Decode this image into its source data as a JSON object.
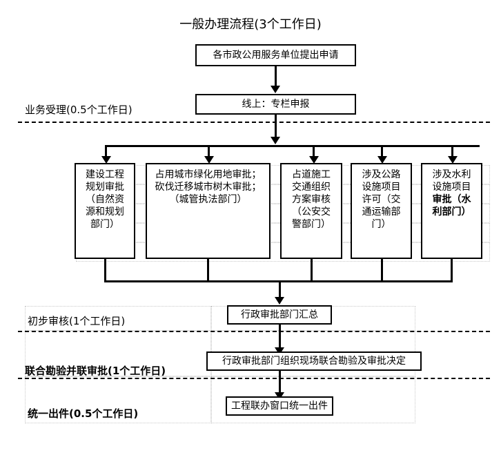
{
  "title": "一般办理流程(3个工作日)",
  "nodes": {
    "apply": "各市政公用服务单位提出申请",
    "online": "线上：专栏申报",
    "summary": "行政审批部门汇总",
    "joint_survey": "行政审批部门组织现场联合勘验及审批决定",
    "output": "工程联办窗口统一出件"
  },
  "stages": [
    {
      "label": "业务受理(0.5个工作日)",
      "bold": false
    },
    {
      "label": "初步审核(1个工作日)",
      "bold": false
    },
    {
      "label": "联合勘验并联审批(1个工作日)",
      "bold": true
    },
    {
      "label": "统一出件(0.5个工作日)",
      "bold": true
    }
  ],
  "departments": [
    {
      "lines": [
        "建设工程",
        "规划审批",
        "（自然资",
        "源和规划",
        "部门）"
      ],
      "bold": false
    },
    {
      "lines": [
        "占用城市绿化用地审批；",
        "砍伐迁移城市树木审批；",
        "（城管执法部门）"
      ],
      "bold": false
    },
    {
      "lines": [
        "占道施工",
        "交通组织",
        "方案审核",
        "（公安交",
        "警部门）"
      ],
      "bold": false
    },
    {
      "lines": [
        "涉及公路",
        "设施项目",
        "许可（交",
        "通运输部",
        "门）"
      ],
      "bold": false
    },
    {
      "lines": [
        "涉及水利",
        "设施项目",
        "审批（水",
        "利部门）"
      ],
      "bold": true
    }
  ],
  "colors": {
    "stroke": "#000000",
    "grid": "#c9c9c9",
    "background": "#ffffff"
  }
}
